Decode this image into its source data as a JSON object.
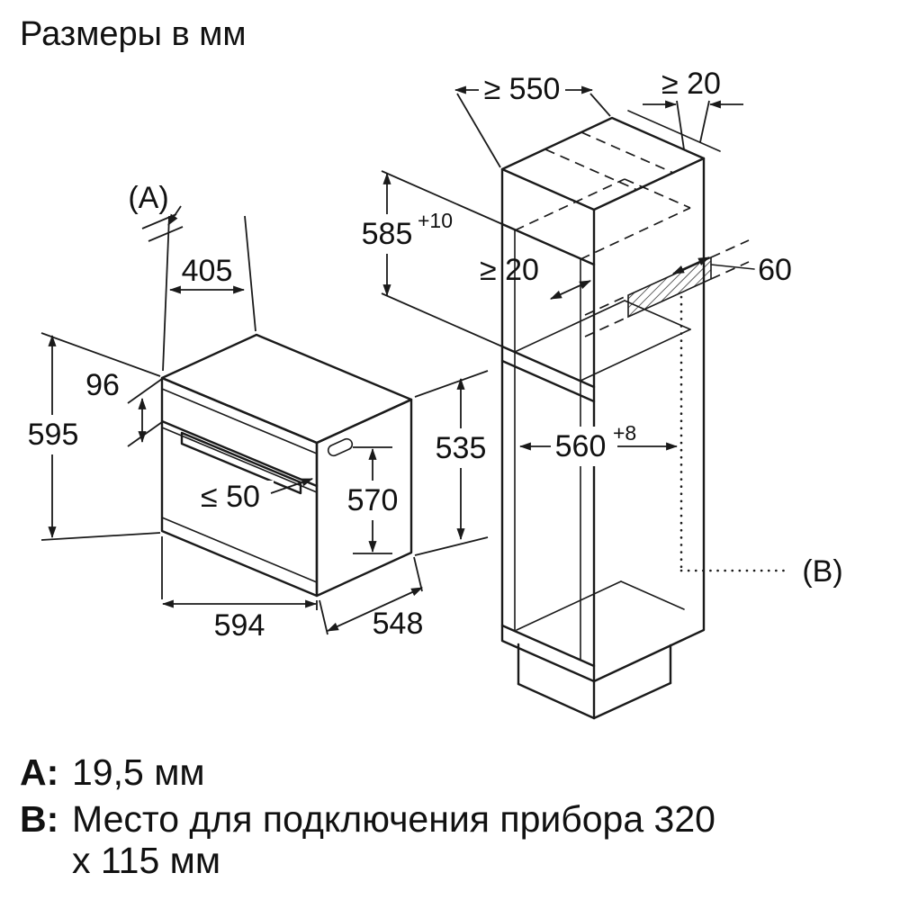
{
  "title": "Размеры в мм",
  "oven": {
    "ref_a": "(A)",
    "dim_405": "405",
    "dim_96": "96",
    "dim_595": "595",
    "dim_le50": "≤ 50",
    "dim_570": "570",
    "dim_535": "535",
    "dim_594": "594",
    "dim_548": "548"
  },
  "cabinet": {
    "dim_ge550": "≥ 550",
    "dim_ge20_top": "≥ 20",
    "dim_585": "585",
    "dim_585_tol": "+10",
    "dim_ge20_back": "≥ 20",
    "dim_60": "60",
    "dim_560": "560",
    "dim_560_tol": "+8",
    "ref_b": "(B)"
  },
  "legend": {
    "a_key": "A:",
    "a_value": "19,5 мм",
    "b_key": "B:",
    "b_value_line1": "Место для подключения прибора 320",
    "b_value_line2": "х 115 мм"
  }
}
